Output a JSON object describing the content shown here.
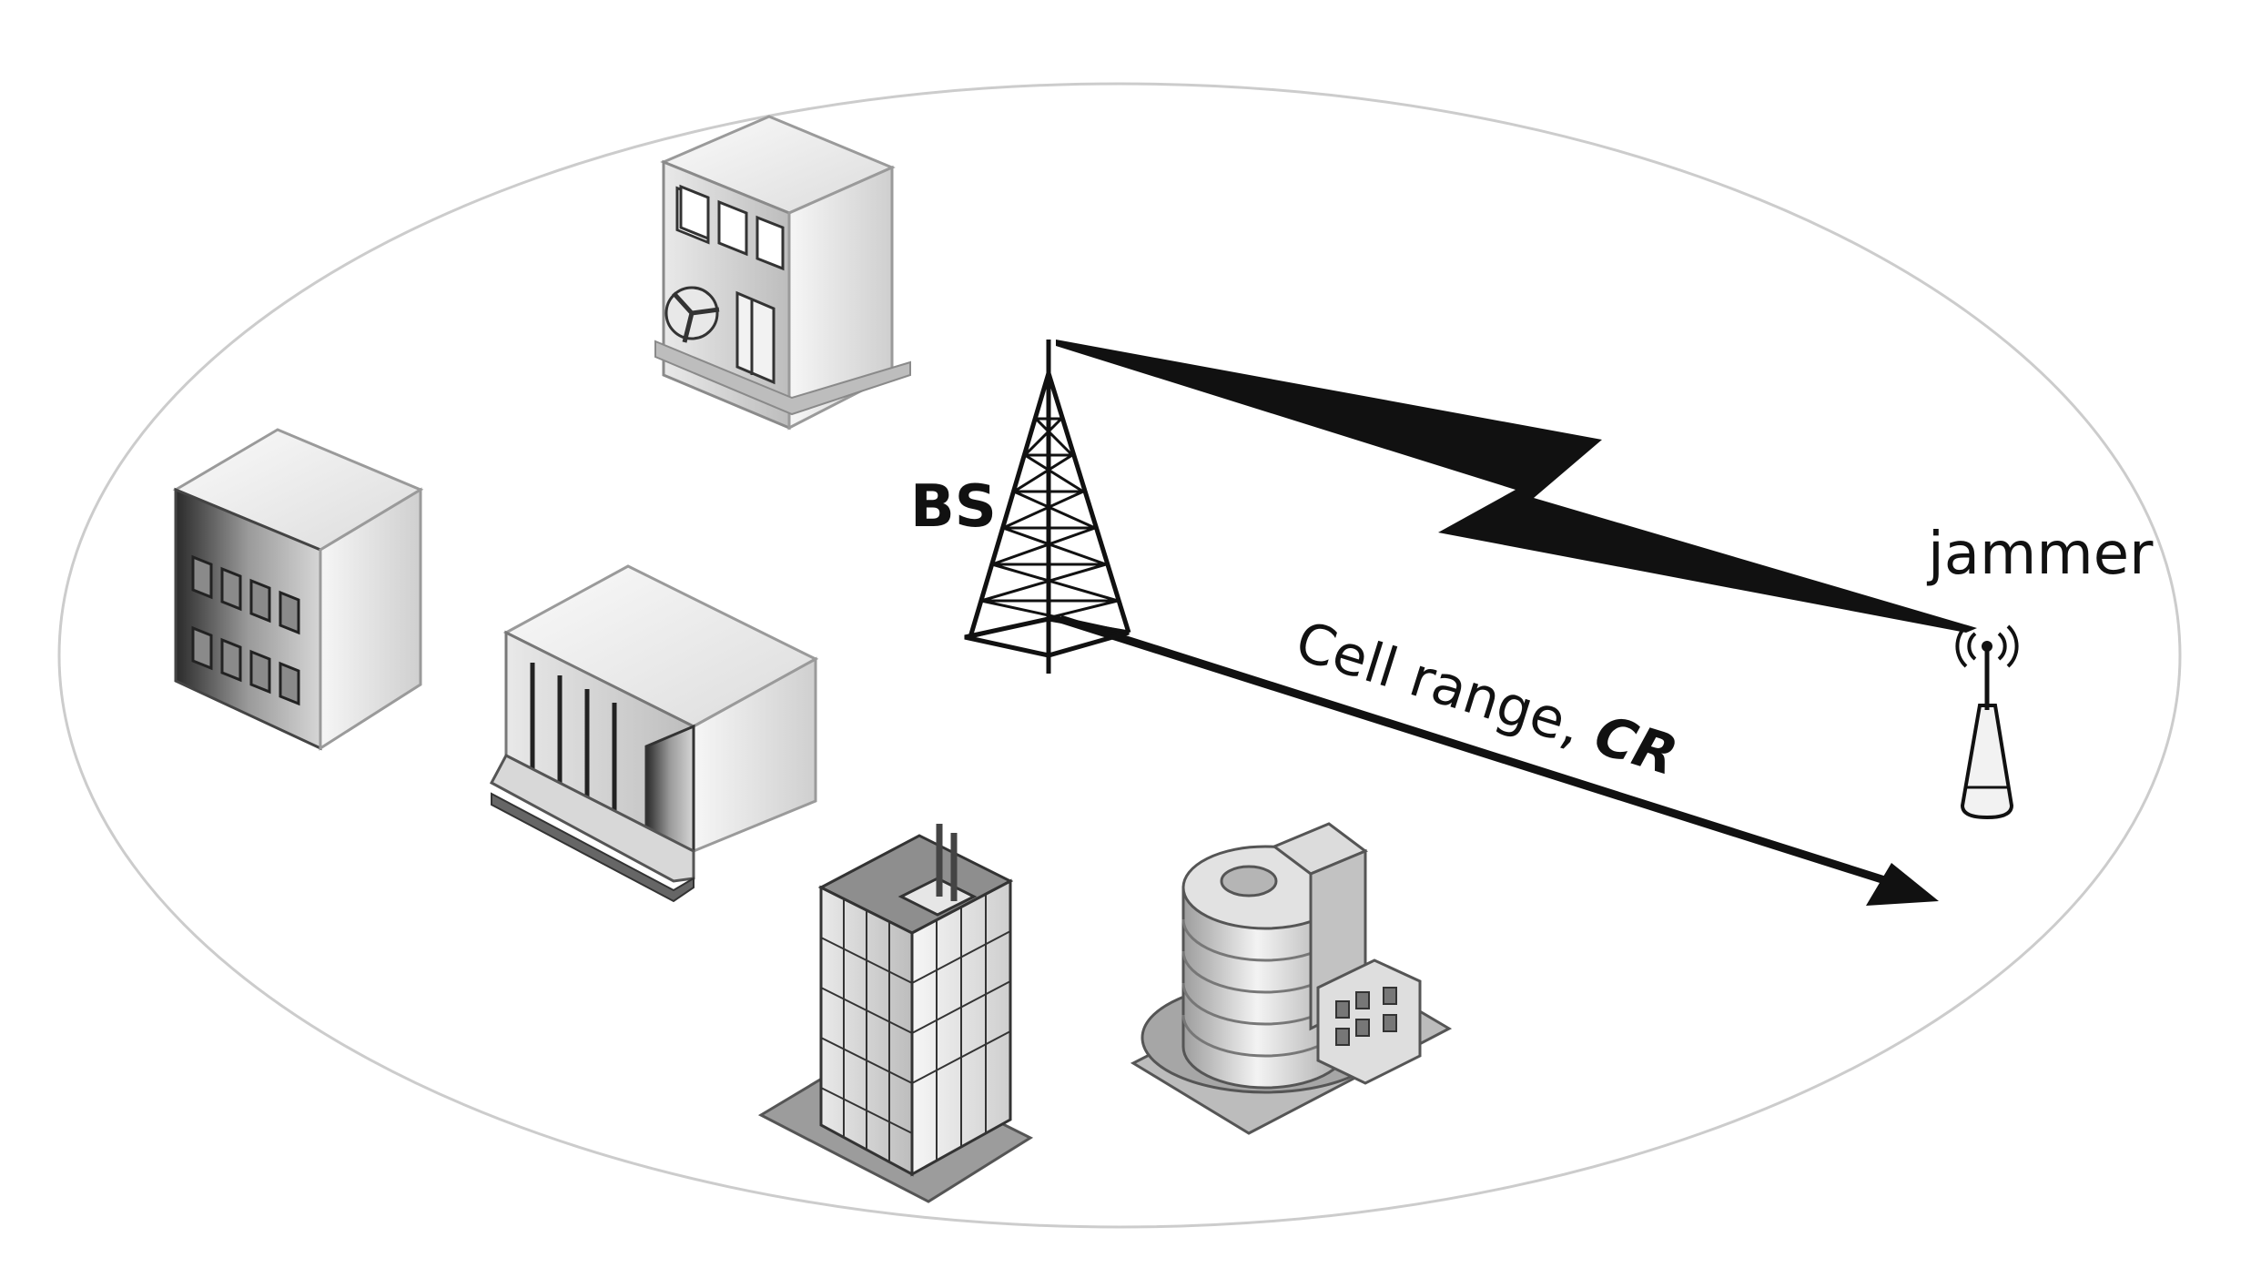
{
  "labels": {
    "bs": "BS",
    "jammer": "jammer",
    "cell_range_prefix": "Cell range, ",
    "cell_range_symbol": "CR"
  },
  "icons": {
    "base_station": "lattice-tower-icon",
    "jammer": "jammer-antenna-icon",
    "buildings": [
      "factory-building-icon",
      "office-building-icon",
      "bank-building-icon",
      "skyscraper-building-icon",
      "round-tower-building-icon"
    ]
  },
  "colors": {
    "outline": "#cccccc",
    "ink": "#111111",
    "building_light": "#f4f4f4",
    "building_mid": "#cfcfcf",
    "building_dark": "#555555"
  }
}
